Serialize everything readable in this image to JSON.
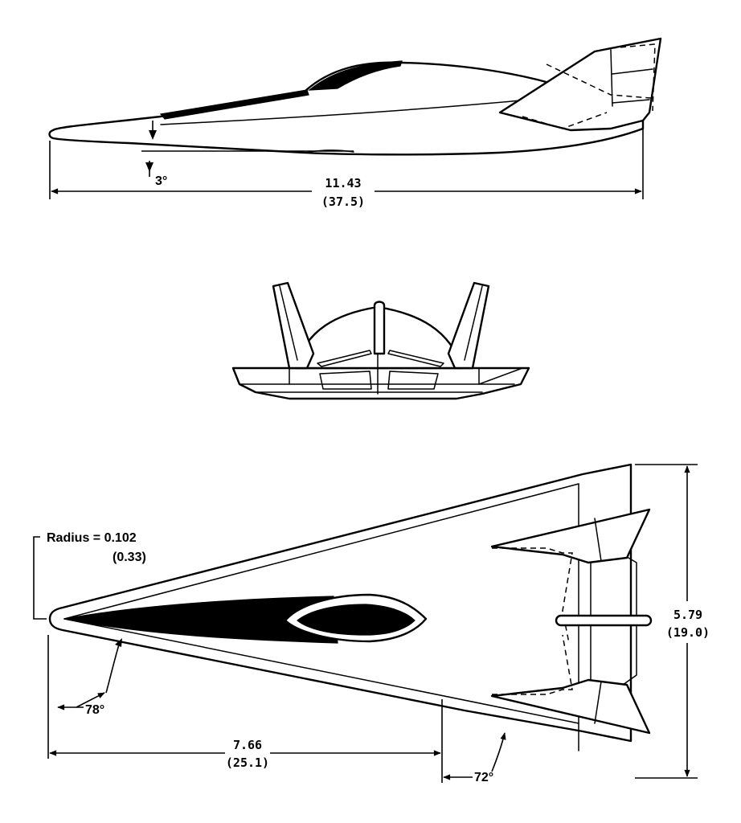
{
  "side_view": {
    "length_m": "11.43",
    "length_ft": "(37.5)",
    "angle_label": "3°"
  },
  "plan_view": {
    "radius_label": "Radius = 0.102",
    "radius_ft": "(0.33)",
    "span_m": "5.79",
    "span_ft": "(19.0)",
    "length_m": "7.66",
    "length_ft": "(25.1)",
    "sweep_angle": "78°",
    "tail_angle": "72°"
  }
}
